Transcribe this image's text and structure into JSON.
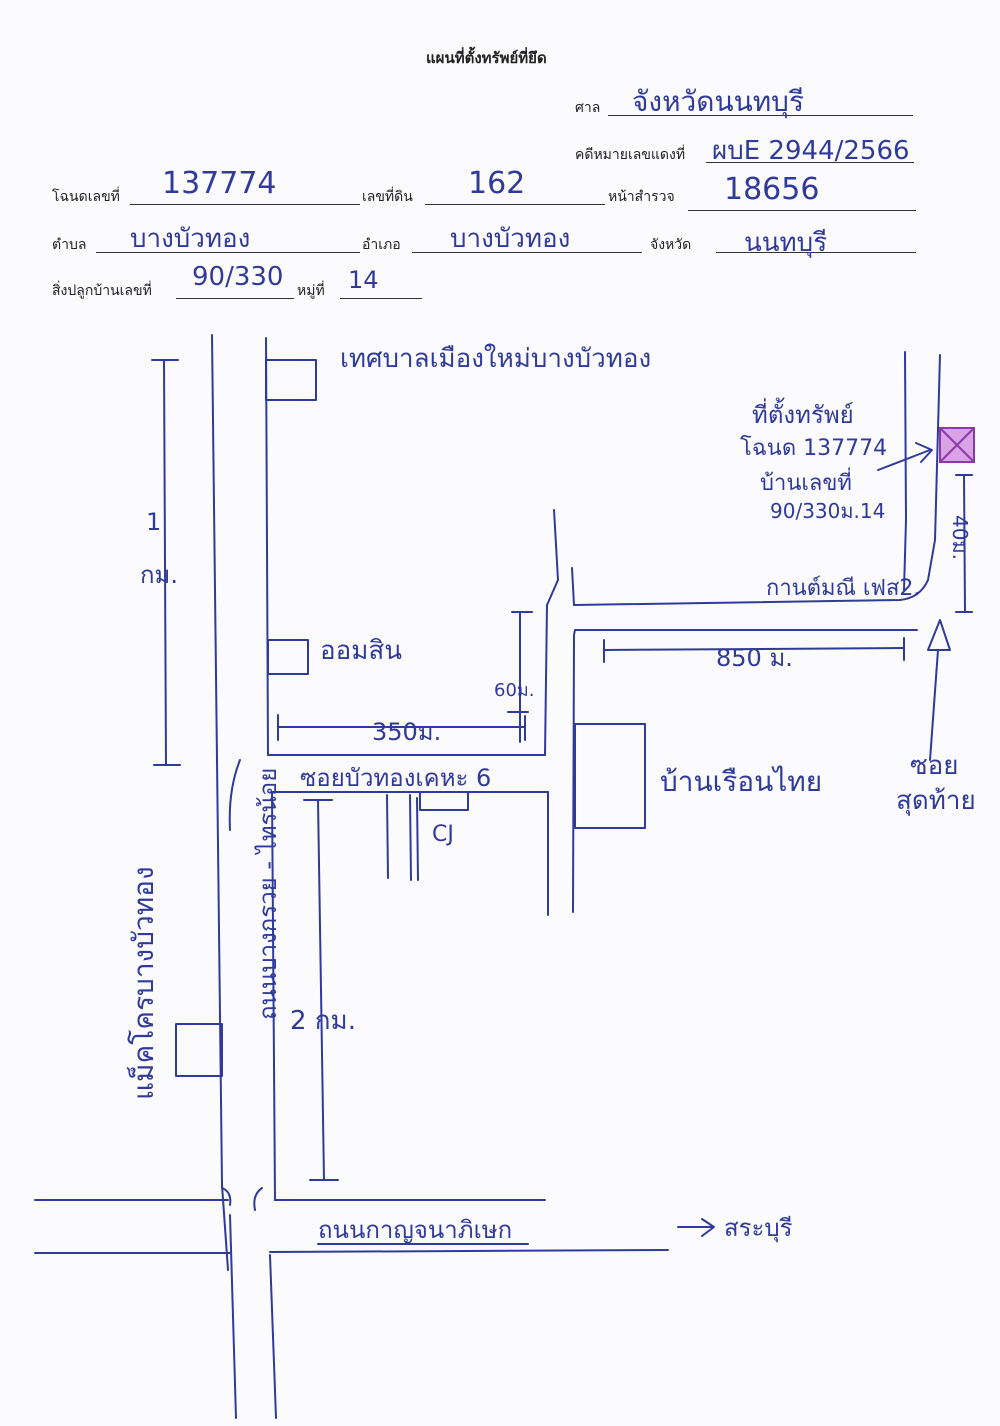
{
  "form": {
    "title": "แผนที่ตั้งทรัพย์ที่ยึด",
    "court_label": "ศาล",
    "court_value": "จังหวัดนนทบุรี",
    "case_label": "คดีหมายเลขแดงที่",
    "case_value": "ผบE 2944/2566",
    "deed_label": "โฉนดเลขที่",
    "deed_value": "137774",
    "land_no_label": "เลขที่ดิน",
    "land_no_value": "162",
    "survey_page_label": "หน้าสำรวจ",
    "survey_page_value": "18656",
    "subdistrict_label": "ตำบล",
    "subdistrict_value": "บางบัวทอง",
    "district_label": "อำเภอ",
    "district_value": "บางบัวทอง",
    "province_label": "จังหวัด",
    "province_value": "นนทบุรี",
    "house_no_label": "สิ่งปลูกบ้านเลขที่",
    "house_no_value": "90/330",
    "moo_label": "หมู่ที่",
    "moo_value": "14"
  },
  "map": {
    "municipality": "เทศบาลเมืองใหม่บางบัวทอง",
    "gsb": "ออมสิน",
    "dist_1km_a": "1",
    "dist_1km_b": "กม.",
    "dist_350": "350ม.",
    "dist_60": "60ม.",
    "dist_850": "850 ม.",
    "dist_40": "40ม.",
    "dist_2km": "2 กม.",
    "soi_main": "ซอยบัวทองเคหะ 6",
    "cj": "CJ",
    "baan_ruen_thai": "บ้านเรือนไทย",
    "kanmanee": "กานต์มณี เฟส2.",
    "property_line1": "ที่ตั้งทรัพย์",
    "property_line2": "โฉนด 137774",
    "property_line3": "บ้านเลขที่",
    "property_line4": "90/330ม.14",
    "last_soi_a": "ซอย",
    "last_soi_b": "สุดท้าย",
    "road_vertical": "ถนนบางกรวย - ไทรน้อย",
    "temple": "แม็คโครบางบัวทอง",
    "road_horizontal": "ถนนกาญจนาภิเษก",
    "to_saraburi": "สระบุรี",
    "colors": {
      "ink": "#2f3a9a",
      "property_fill": "#d9a3e6",
      "property_stroke": "#8a3aa8"
    }
  }
}
